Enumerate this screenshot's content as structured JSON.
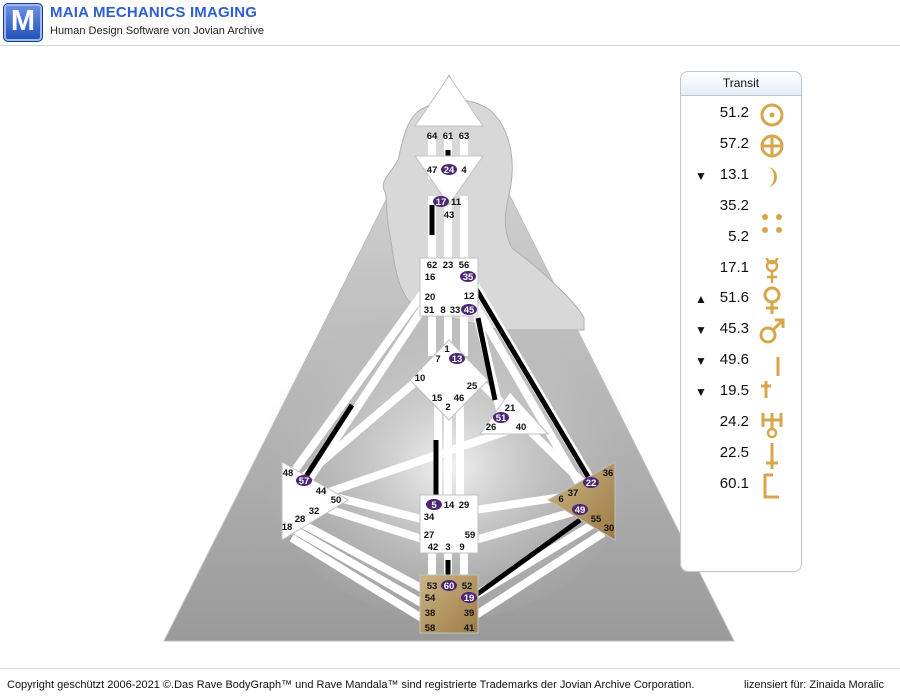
{
  "header": {
    "logo_letter": "M",
    "title": "MAIA MECHANICS IMAGING",
    "subtitle": "Human Design Software von Jovian Archive"
  },
  "footer": {
    "copyright": "Copyright geschützt 2006-2021 ©.Das Rave BodyGraph™ und Rave Mandala™ sind registrierte Trademarks der Jovian Archive Corporation.",
    "licensed": "lizensiert für: Zinaida Moralic"
  },
  "colors": {
    "defined_center": "#b89c6a",
    "gate_highlight": "#4b2674",
    "glyph": "#d8a64a",
    "channel_defined": "#000000"
  },
  "transit": {
    "title": "Transit",
    "rows": [
      {
        "arrow": "",
        "value": "51.2",
        "planet": "sun-icon"
      },
      {
        "arrow": "",
        "value": "57.2",
        "planet": "earth-icon"
      },
      {
        "arrow": "▼",
        "value": "13.1",
        "planet": "moon-icon"
      },
      {
        "arrow": "",
        "value": "35.2",
        "planet": "north-node-icon"
      },
      {
        "arrow": "",
        "value": "5.2",
        "planet": "south-node-icon"
      },
      {
        "arrow": "",
        "value": "17.1",
        "planet": "mercury-icon"
      },
      {
        "arrow": "▲",
        "value": "51.6",
        "planet": "venus-icon"
      },
      {
        "arrow": "▼",
        "value": "45.3",
        "planet": "mars-icon"
      },
      {
        "arrow": "▼",
        "value": "49.6",
        "planet": "jupiter-icon"
      },
      {
        "arrow": "▼",
        "value": "19.5",
        "planet": "saturn-icon"
      },
      {
        "arrow": "",
        "value": "24.2",
        "planet": "uranus-icon"
      },
      {
        "arrow": "",
        "value": "22.5",
        "planet": "neptune-icon"
      },
      {
        "arrow": "",
        "value": "60.1",
        "planet": "pluto-icon"
      }
    ]
  },
  "bodygraph": {
    "gates": [
      "64",
      "61",
      "63",
      "47",
      "24",
      "4",
      "17",
      "11",
      "43",
      "62",
      "23",
      "56",
      "16",
      "35",
      "20",
      "12",
      "31",
      "8",
      "33",
      "45",
      "1",
      "7",
      "13",
      "10",
      "25",
      "15",
      "46",
      "2",
      "21",
      "51",
      "26",
      "40",
      "48",
      "57",
      "44",
      "50",
      "32",
      "28",
      "18",
      "36",
      "6",
      "37",
      "22",
      "49",
      "55",
      "30",
      "5",
      "14",
      "29",
      "34",
      "27",
      "59",
      "42",
      "3",
      "9",
      "53",
      "60",
      "52",
      "54",
      "19",
      "38",
      "39",
      "58",
      "41"
    ],
    "highlighted_gates": [
      "24",
      "17",
      "35",
      "45",
      "13",
      "51",
      "57",
      "22",
      "49",
      "5",
      "60",
      "19"
    ],
    "defined_centers": [
      "solar-plexus",
      "root"
    ]
  }
}
